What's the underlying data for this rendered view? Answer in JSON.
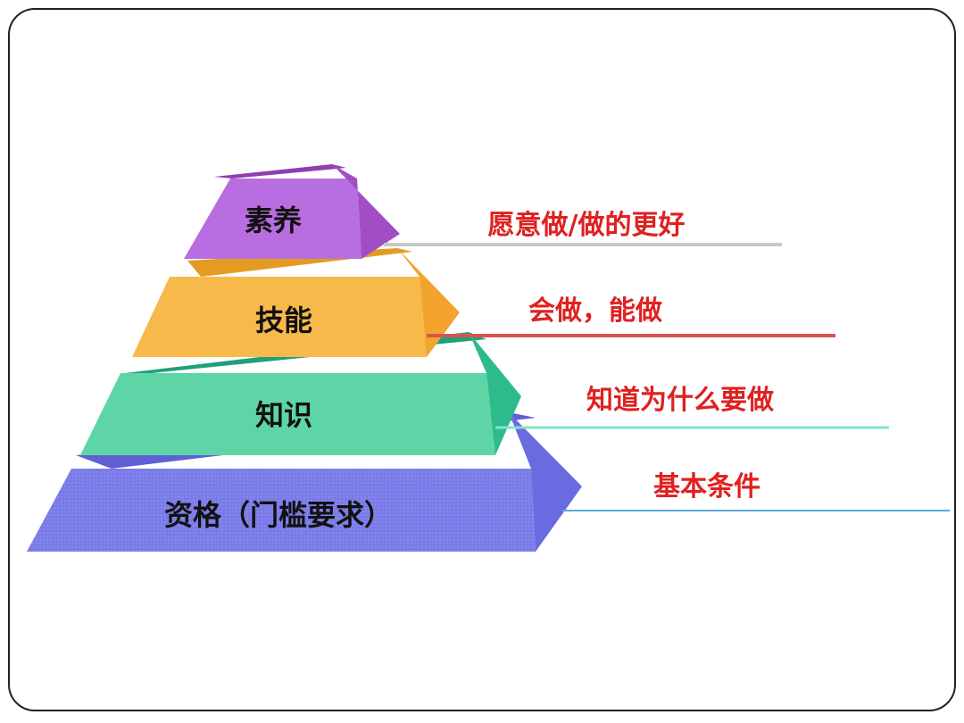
{
  "tiers": [
    {
      "label": "素养",
      "description": "愿意做/做的更好",
      "face_color": "#b86de0",
      "top_color": "#8e3fb0",
      "side_color": "#a14ec6",
      "line_color": "#c8c8c8"
    },
    {
      "label": "技能",
      "description": "会做，能做",
      "face_color": "#f7b94a",
      "top_color": "#e39b22",
      "side_color": "#f2a42e",
      "line_color": "#d9534f"
    },
    {
      "label": "知识",
      "description": "知道为什么要做",
      "face_color": "#5ed5a6",
      "top_color": "#1fa07a",
      "side_color": "#2dbb8c",
      "line_color": "#7fe3d0"
    },
    {
      "label": "资格（门槛要求）",
      "description": "基本条件",
      "face_color": "#7a7be8",
      "top_color": "#5f60d6",
      "side_color": "#6a6be0",
      "line_color": "#5aa9d8"
    }
  ],
  "colors": {
    "note_text": "#e02020",
    "frame_border": "#222222"
  }
}
